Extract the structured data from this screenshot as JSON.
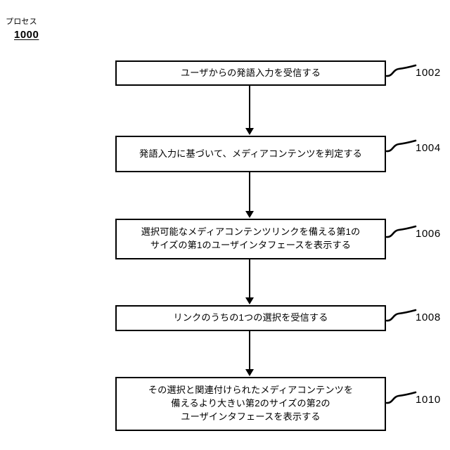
{
  "figure": {
    "caption_title": "プロセス",
    "caption_number": "1000"
  },
  "flowchart": {
    "type": "flowchart",
    "orientation": "top-to-bottom",
    "steps": [
      {
        "ref": "1002",
        "text": "ユーザからの発語入力を受信する"
      },
      {
        "ref": "1004",
        "text": "発語入力に基づいて、メディアコンテンツを判定する"
      },
      {
        "ref": "1006",
        "text": "選択可能なメディアコンテンツリンクを備える第1の\nサイズの第1のユーザインタフェースを表示する"
      },
      {
        "ref": "1008",
        "text": "リンクのうちの1つの選択を受信する"
      },
      {
        "ref": "1010",
        "text": "その選択と関連付けられたメディアコンテンツを\n備えるより大きい第2のサイズの第2の\nユーザインタフェースを表示する"
      }
    ]
  }
}
